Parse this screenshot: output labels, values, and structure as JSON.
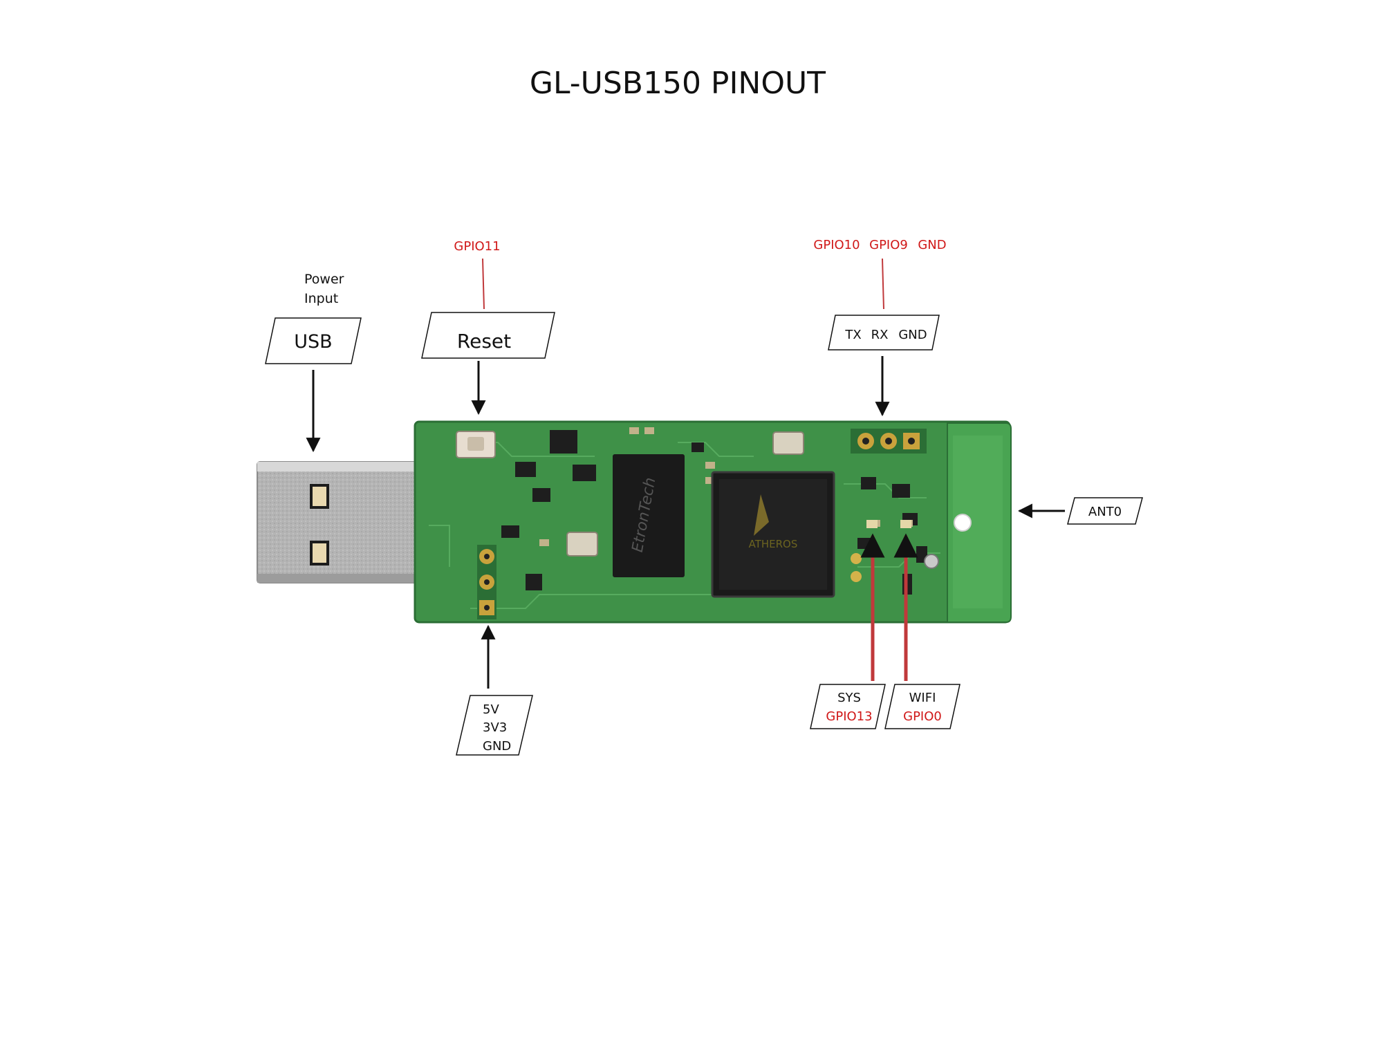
{
  "title": "GL-USB150 PINOUT",
  "colors": {
    "label_text": "#111111",
    "gpio_text": "#d01818",
    "leader_red": "#c0393b",
    "arrow_black": "#111111",
    "pcb_green": "#3f9148",
    "pcb_dark": "#2b6e35",
    "chip_black": "#1a1a1a",
    "usb_metal": "#b8b8b8",
    "gold_pad": "#c9a23c"
  },
  "labels": {
    "power_input_line1": "Power",
    "power_input_line2": "Input",
    "usb": "USB",
    "reset": "Reset",
    "reset_gpio": "GPIO11",
    "uart_gpio_tx": "GPIO10",
    "uart_gpio_rx": "GPIO9",
    "uart_gpio_gnd": "GND",
    "uart_tx": "TX",
    "uart_rx": "RX",
    "uart_gnd": "GND",
    "ant": "ANT0",
    "power_5v": "5V",
    "power_3v3": "3V3",
    "power_gnd": "GND",
    "led_sys": "SYS",
    "led_sys_gpio": "GPIO13",
    "led_wifi": "WIFI",
    "led_wifi_gpio": "GPIO0"
  },
  "board": {
    "chip1_text": "EtronTech",
    "chip2_text": "ATHEROS"
  },
  "icons": {
    "usb_connector": "usb-plug-icon",
    "reset_button": "push-button-icon",
    "arrows": "arrow-icon"
  }
}
